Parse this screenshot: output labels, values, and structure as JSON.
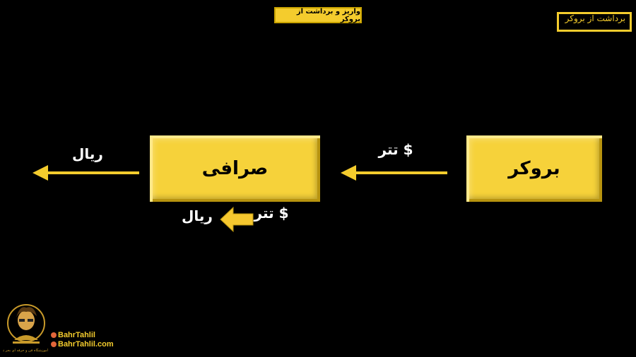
{
  "header": {
    "title": "واریز و برداشت از بروکر",
    "corner_label": "برداشت از بروکر"
  },
  "diagram": {
    "broker_label": "بروکر",
    "exchange_label": "صرافی",
    "tether_label": "$ تتر",
    "rial_label": "ریال",
    "exchange_sub_tether": "$ تتر",
    "exchange_sub_rial": "ریال"
  },
  "branding": {
    "handle_instagram": "BahrTahlil",
    "handle_web": "BahrTahlil.com",
    "tagline": "آموزشگاه فن و حرفه ای بحر تحلیل"
  },
  "colors": {
    "accent": "#f4cc2d",
    "background": "#000000"
  }
}
